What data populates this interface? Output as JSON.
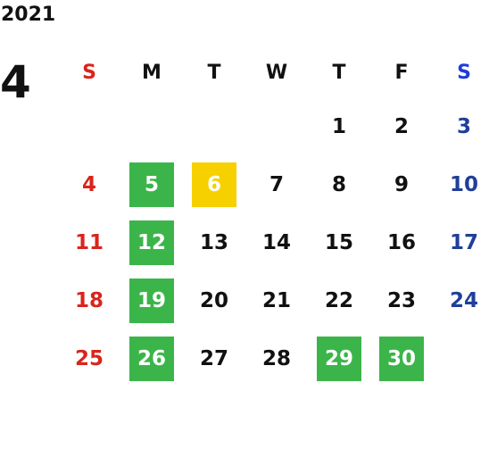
{
  "year": "2021",
  "month": "4",
  "weekdays": [
    "S",
    "M",
    "T",
    "W",
    "T",
    "F",
    "S"
  ],
  "colors": {
    "sunday": "#d9251c",
    "saturday": "#1f3f9a",
    "holiday_green": "#3bb54a",
    "highlight_yellow": "#f7d000"
  },
  "weeks": [
    [
      {
        "day": "",
        "type": "empty"
      },
      {
        "day": "",
        "type": "empty"
      },
      {
        "day": "",
        "type": "empty"
      },
      {
        "day": "",
        "type": "empty"
      },
      {
        "day": "1",
        "type": "normal"
      },
      {
        "day": "2",
        "type": "normal"
      },
      {
        "day": "3",
        "type": "sat"
      }
    ],
    [
      {
        "day": "4",
        "type": "sun"
      },
      {
        "day": "5",
        "type": "green"
      },
      {
        "day": "6",
        "type": "yellow"
      },
      {
        "day": "7",
        "type": "normal"
      },
      {
        "day": "8",
        "type": "normal"
      },
      {
        "day": "9",
        "type": "normal"
      },
      {
        "day": "10",
        "type": "sat"
      }
    ],
    [
      {
        "day": "11",
        "type": "sun"
      },
      {
        "day": "12",
        "type": "green"
      },
      {
        "day": "13",
        "type": "normal"
      },
      {
        "day": "14",
        "type": "normal"
      },
      {
        "day": "15",
        "type": "normal"
      },
      {
        "day": "16",
        "type": "normal"
      },
      {
        "day": "17",
        "type": "sat"
      }
    ],
    [
      {
        "day": "18",
        "type": "sun"
      },
      {
        "day": "19",
        "type": "green"
      },
      {
        "day": "20",
        "type": "normal"
      },
      {
        "day": "21",
        "type": "normal"
      },
      {
        "day": "22",
        "type": "normal"
      },
      {
        "day": "23",
        "type": "normal"
      },
      {
        "day": "24",
        "type": "sat"
      }
    ],
    [
      {
        "day": "25",
        "type": "sun"
      },
      {
        "day": "26",
        "type": "green"
      },
      {
        "day": "27",
        "type": "normal"
      },
      {
        "day": "28",
        "type": "normal"
      },
      {
        "day": "29",
        "type": "green"
      },
      {
        "day": "30",
        "type": "green"
      },
      {
        "day": "",
        "type": "empty"
      }
    ]
  ]
}
